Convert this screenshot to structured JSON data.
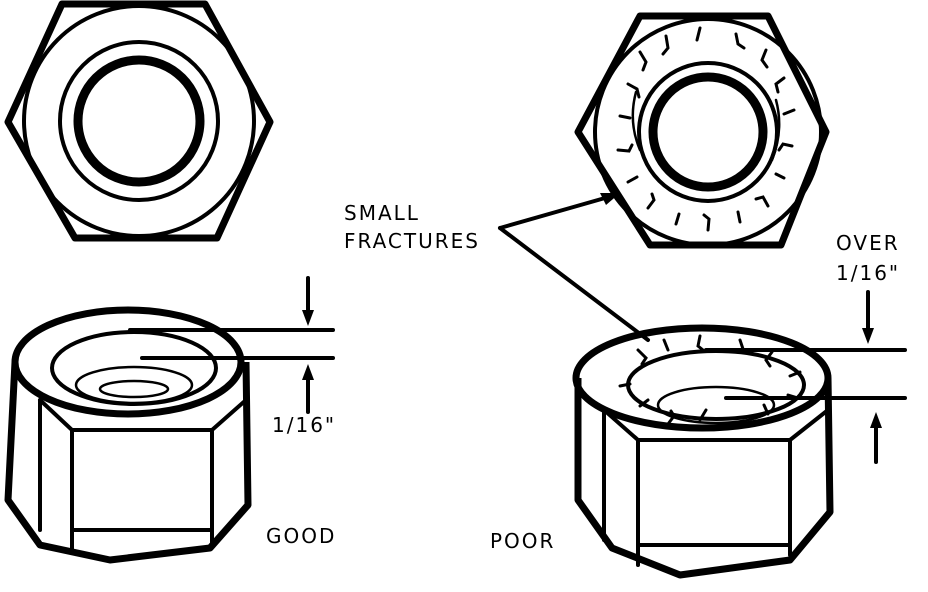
{
  "labels": {
    "fracture_callout": [
      "SMALL",
      "FRACTURES"
    ],
    "over_callout": [
      "OVER",
      "1/16\""
    ],
    "good_dimension": "1/16\"",
    "good": "GOOD",
    "poor": "POOR"
  }
}
